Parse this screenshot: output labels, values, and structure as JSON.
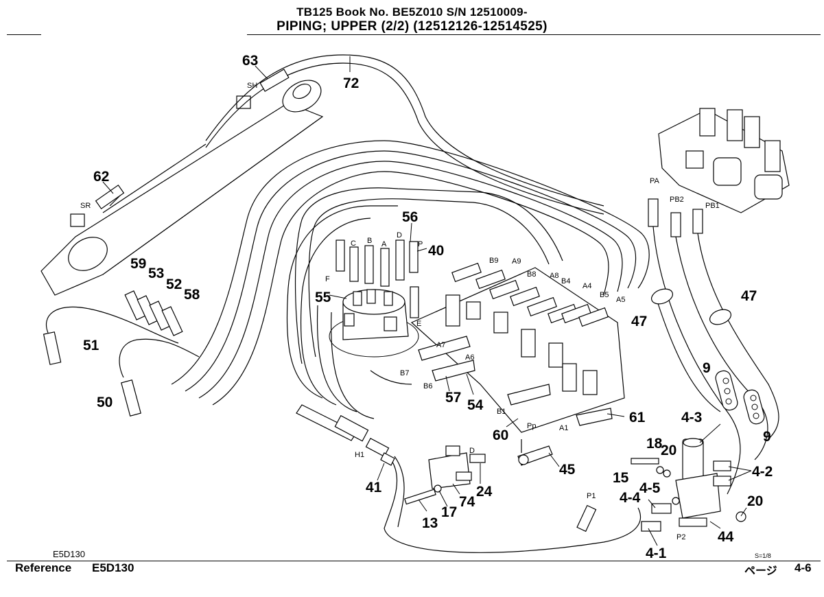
{
  "header": {
    "line1": "TB125  Book No. BE5Z010  S/N  12510009-",
    "line2": "PIPING; UPPER (2/2) (12512126-12514525)"
  },
  "footer": {
    "small_code": "E5D130",
    "reference_label": "Reference",
    "reference_code": "E5D130",
    "scale": "S=1/8",
    "page_label": "ページ",
    "page_number": "4-6"
  },
  "part_numbers": {
    "p63": "63",
    "p72": "72",
    "p62": "62",
    "p56": "56",
    "p40": "40",
    "p55": "55",
    "p59": "59",
    "p53": "53",
    "p52": "52",
    "p58": "58",
    "p51": "51",
    "p50": "50",
    "p47a": "47",
    "p47b": "47",
    "p9a": "9",
    "p9b": "9",
    "p57": "57",
    "p54": "54",
    "p60": "60",
    "p61": "61",
    "p45": "45",
    "p41": "41",
    "p74": "74",
    "p24": "24",
    "p13": "13",
    "p17": "17",
    "p4_3": "4-3",
    "p18": "18",
    "p20a": "20",
    "p15": "15",
    "p4_5": "4-5",
    "p4_4": "4-4",
    "p4_2": "4-2",
    "p20b": "20",
    "p44": "44",
    "p4_1": "4-1"
  },
  "port_labels": {
    "SH": "SH",
    "SR": "SR",
    "C": "C",
    "B": "B",
    "A": "A",
    "D": "D",
    "P": "P",
    "F": "F",
    "E": "E",
    "B9": "B9",
    "A9": "A9",
    "B8": "B8",
    "A8": "A8",
    "B4": "B4",
    "A4": "A4",
    "B5": "B5",
    "A5": "A5",
    "A7": "A7",
    "A6": "A6",
    "B7": "B7",
    "B6": "B6",
    "B1": "B1",
    "Pp": "Pp",
    "A1": "A1",
    "PA": "PA",
    "PB2": "PB2",
    "PB1": "PB1",
    "H1": "H1",
    "D2": "D",
    "P1": "P1",
    "P2": "P2"
  }
}
